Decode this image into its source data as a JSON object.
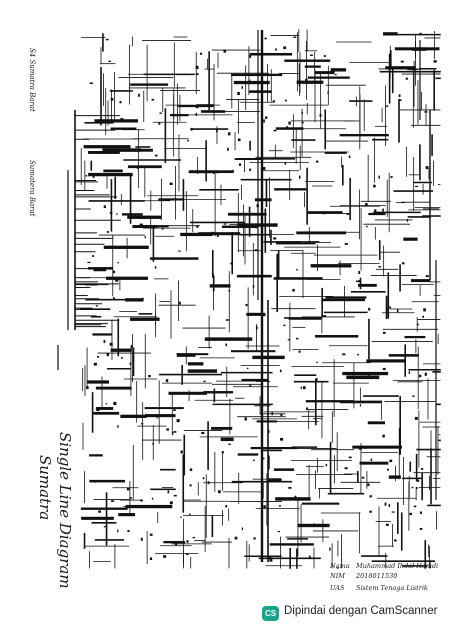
{
  "sheet": {
    "title_line1": "Single Line Diagram",
    "title_line2": "Sumatra",
    "label_top": "S4 Sumatra Barat",
    "label_mid": "Sumatera Barat"
  },
  "signature": {
    "nama_label": "Nama",
    "nama_value": "Muhammad Ihdal Hamdi",
    "nim_label": "NIM",
    "nim_value": "2018011530",
    "uas_label": "UAS",
    "uas_value": "Sistem Tenaga Listrik"
  },
  "scanner": {
    "badge": "CS",
    "text": "Dipindai dengan CamScanner",
    "brand_color": "#16a58a"
  }
}
